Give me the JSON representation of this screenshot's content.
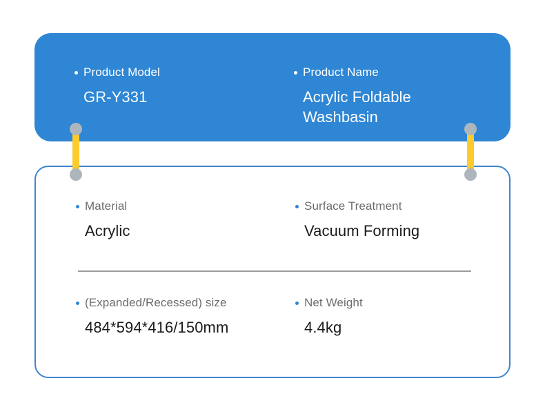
{
  "colors": {
    "brand_blue": "#2E86D4",
    "card_border_blue": "#3D85D0",
    "pin_yellow": "#FDCB2D",
    "pin_cap_gray": "#ADB5BD",
    "label_gray": "#6b6b6b",
    "value_dark": "#1a1a1a",
    "divider_gray": "#9a9a9a"
  },
  "header_card": {
    "fields": [
      {
        "label": "Product Model",
        "value": "GR-Y331"
      },
      {
        "label": "Product Name",
        "value": "Acrylic Foldable Washbasin"
      }
    ]
  },
  "body_card": {
    "fields": [
      {
        "label": "Material",
        "value": "Acrylic"
      },
      {
        "label": "Surface Treatment",
        "value": "Vacuum Forming"
      },
      {
        "label": "(Expanded/Recessed) size",
        "value": "484*594*416/150mm"
      },
      {
        "label": "Net Weight",
        "value": "4.4kg"
      }
    ]
  },
  "connectors": [
    {
      "name": "left-pin"
    },
    {
      "name": "right-pin"
    }
  ]
}
